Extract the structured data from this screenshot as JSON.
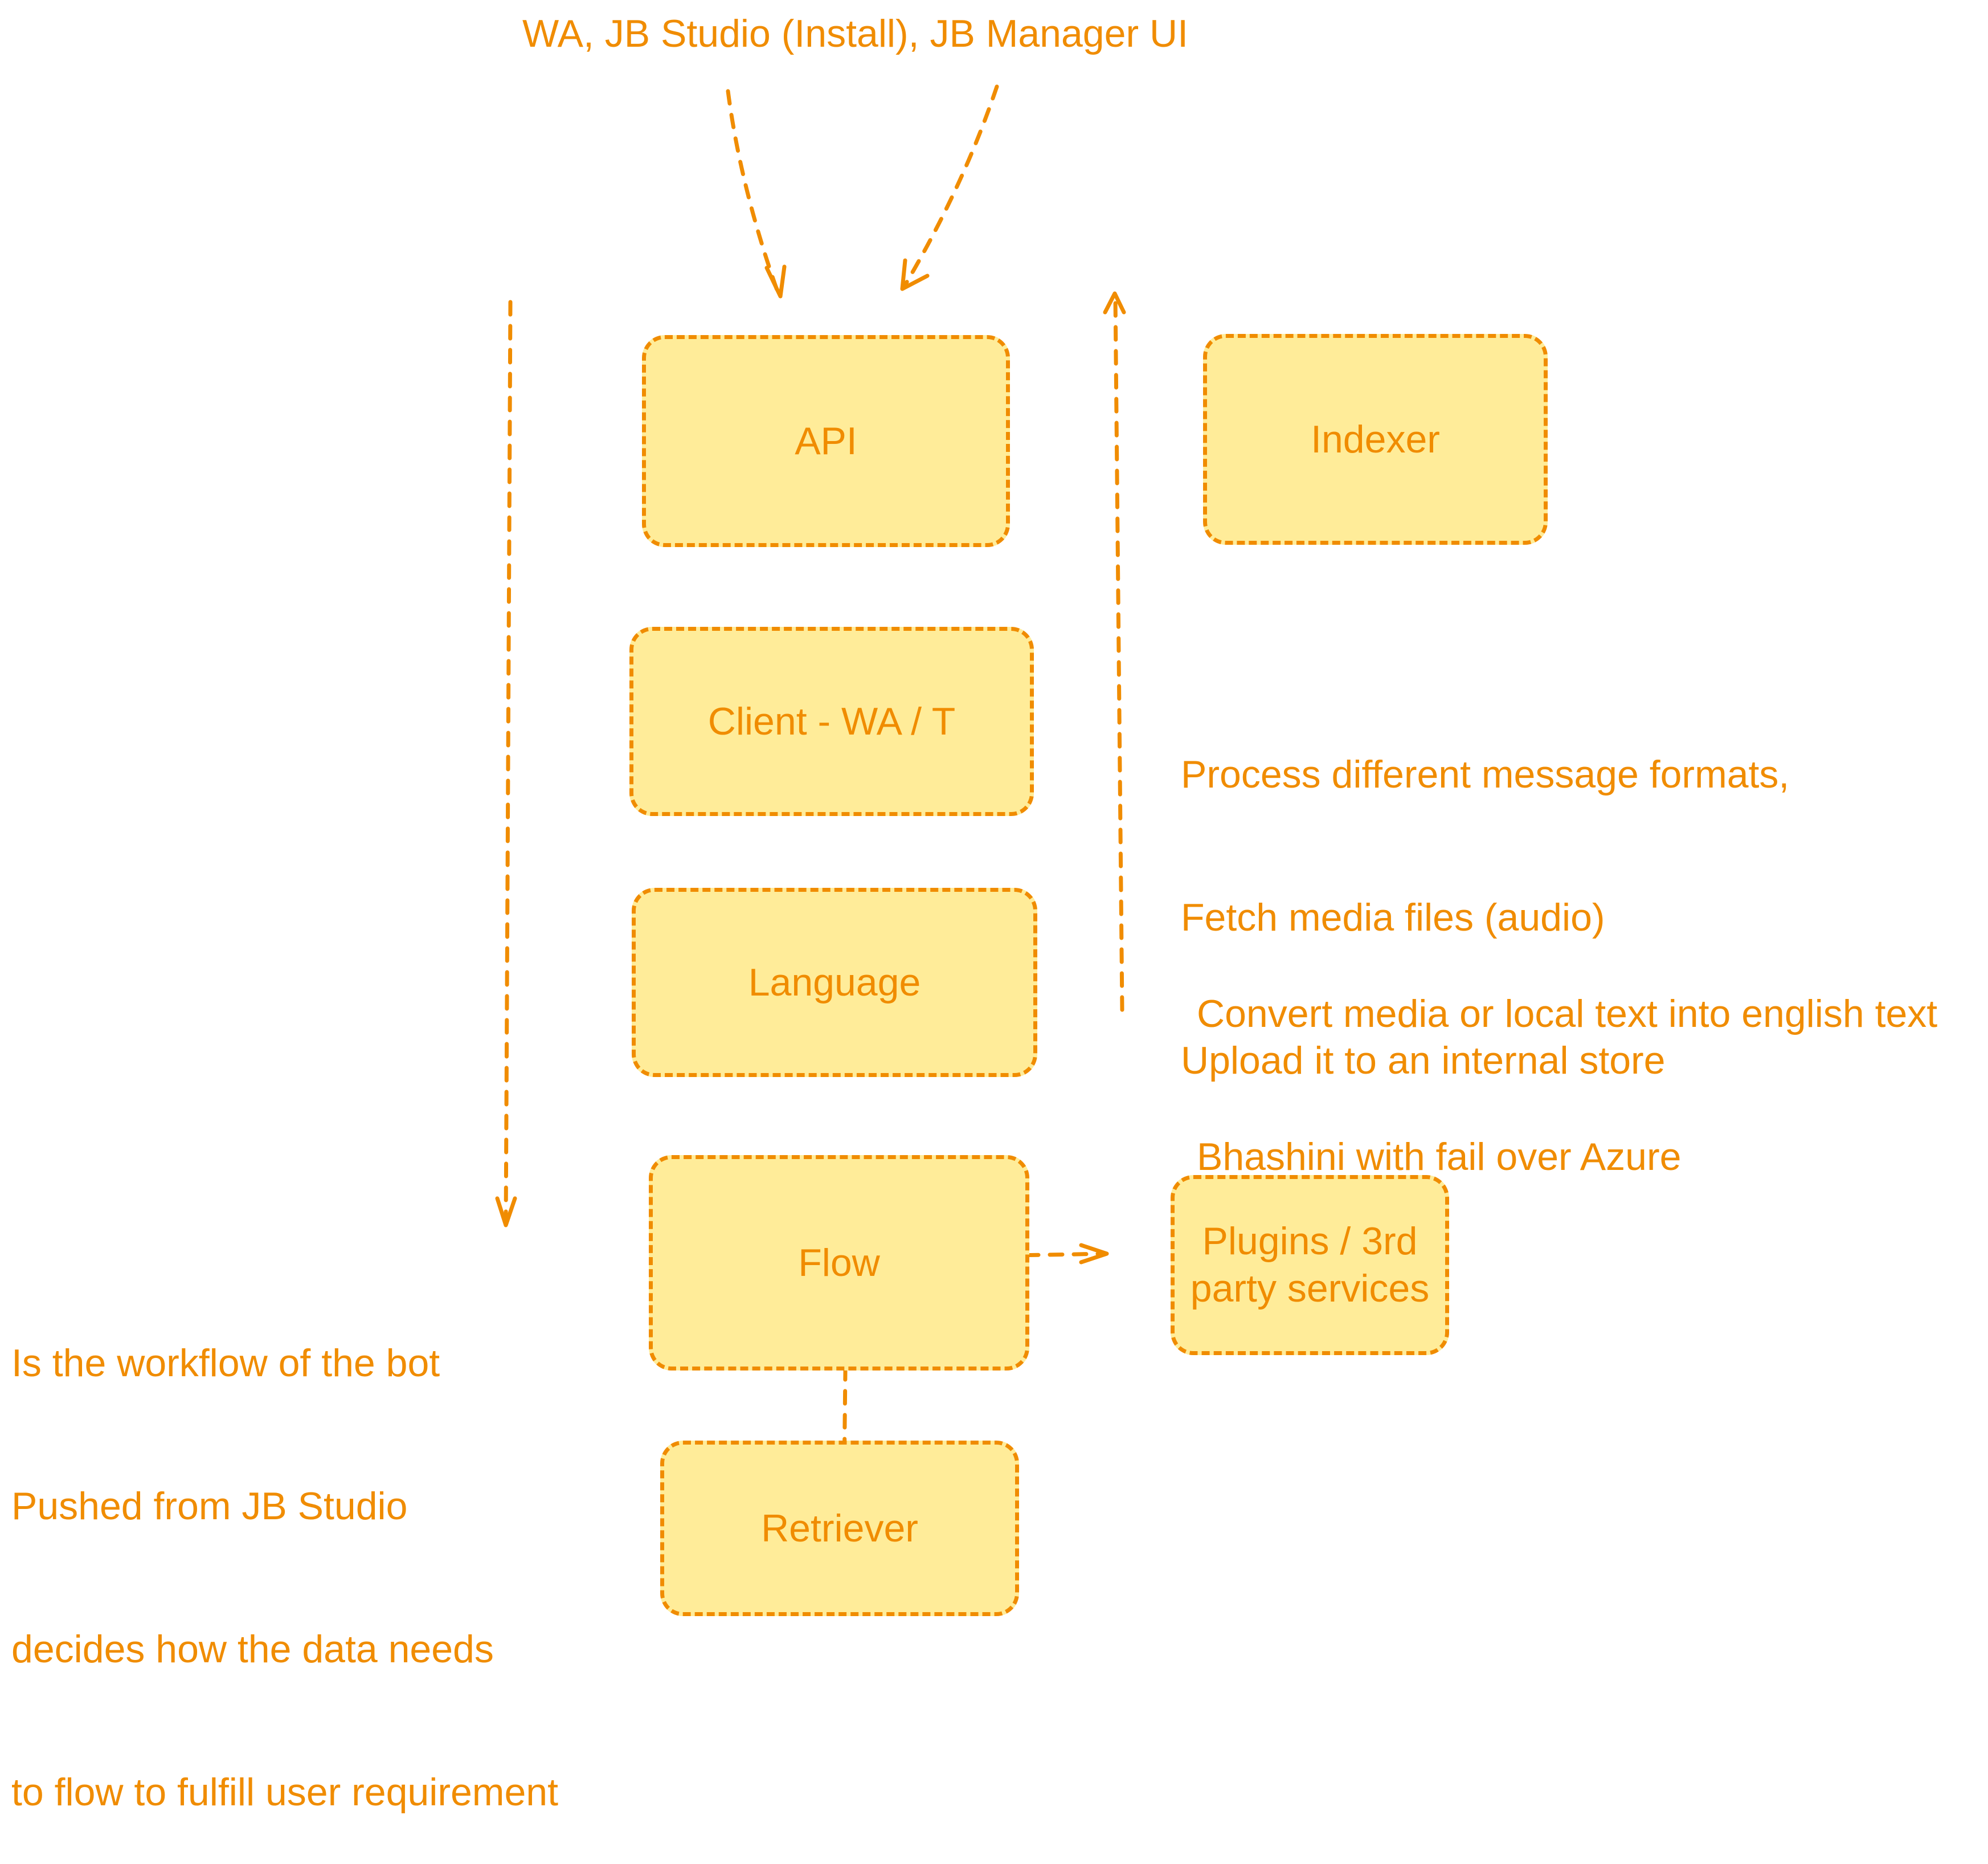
{
  "colors": {
    "stroke": "#f08c00",
    "box_fill": "#ffec99",
    "text": "#f08c00",
    "background": "#ffffff"
  },
  "header": {
    "entry_points": "WA, JB Studio (Install), JB Manager UI"
  },
  "boxes": {
    "api": "API",
    "indexer": "Indexer",
    "client": "Client - WA / T",
    "language": "Language",
    "flow": "Flow",
    "plugins": [
      "Plugins / 3rd",
      "party services"
    ],
    "retriever": "Retriever"
  },
  "notes": {
    "client": [
      "Process different message formats,",
      "Fetch media files (audio)",
      "Upload it to an internal store"
    ],
    "language": [
      "Convert media or local text into english text",
      "Bhashini with fail over Azure"
    ],
    "flow": [
      "Is the workflow of the bot",
      "Pushed from JB Studio",
      "decides how the data needs",
      "to flow to fulfill user requirement"
    ]
  }
}
